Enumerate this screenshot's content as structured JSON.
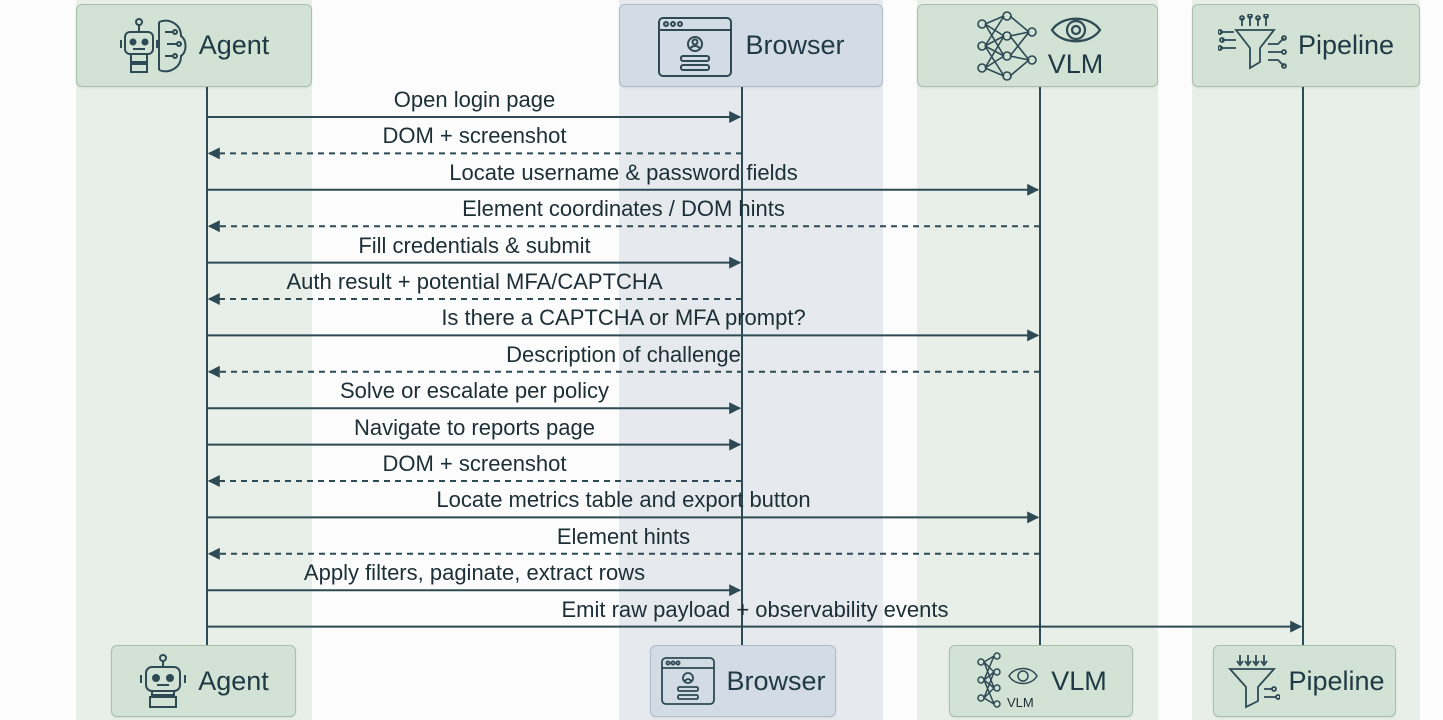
{
  "participants": {
    "agent": {
      "name": "Agent",
      "icon": "robot-brain-icon"
    },
    "browser": {
      "name": "Browser",
      "icon": "browser-window-icon"
    },
    "vlm": {
      "name": "VLM",
      "icon": "neural-network-eye-icon"
    },
    "pipeline": {
      "name": "Pipeline",
      "icon": "funnel-pipeline-icon"
    }
  },
  "footer_vlm_icon_text": "VLM",
  "messages": [
    {
      "text": "Open login page",
      "from": "agent",
      "to": "browser",
      "style": "solid"
    },
    {
      "text": "DOM + screenshot",
      "from": "browser",
      "to": "agent",
      "style": "dashed"
    },
    {
      "text": "Locate username & password fields",
      "from": "agent",
      "to": "vlm",
      "style": "solid"
    },
    {
      "text": "Element coordinates / DOM hints",
      "from": "vlm",
      "to": "agent",
      "style": "dashed"
    },
    {
      "text": "Fill credentials & submit",
      "from": "agent",
      "to": "browser",
      "style": "solid"
    },
    {
      "text": "Auth result + potential MFA/CAPTCHA",
      "from": "browser",
      "to": "agent",
      "style": "dashed"
    },
    {
      "text": "Is there a CAPTCHA or MFA prompt?",
      "from": "agent",
      "to": "vlm",
      "style": "solid"
    },
    {
      "text": "Description of challenge",
      "from": "vlm",
      "to": "agent",
      "style": "dashed"
    },
    {
      "text": "Solve or escalate per policy",
      "from": "agent",
      "to": "browser",
      "style": "solid"
    },
    {
      "text": "Navigate to reports page",
      "from": "agent",
      "to": "browser",
      "style": "solid"
    },
    {
      "text": "DOM + screenshot",
      "from": "browser",
      "to": "agent",
      "style": "dashed"
    },
    {
      "text": "Locate metrics table and export button",
      "from": "agent",
      "to": "vlm",
      "style": "solid"
    },
    {
      "text": "Element hints",
      "from": "vlm",
      "to": "agent",
      "style": "dashed"
    },
    {
      "text": "Apply filters, paginate, extract rows",
      "from": "agent",
      "to": "browser",
      "style": "solid"
    },
    {
      "text": "Emit raw payload + observability events",
      "from": "agent",
      "to": "pipeline",
      "style": "solid"
    }
  ],
  "colors": {
    "line": "#2d4a55",
    "green_lane": "#e7efe8",
    "blue_lane": "#e6eaee"
  }
}
